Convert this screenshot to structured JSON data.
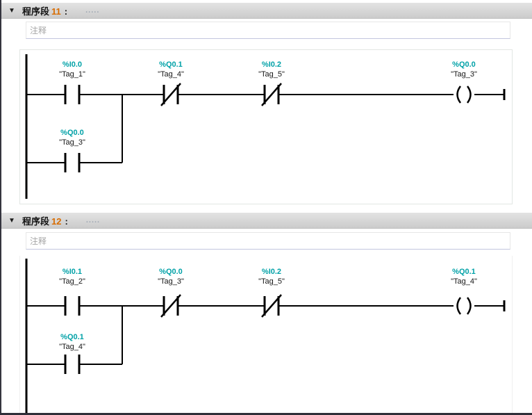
{
  "colors": {
    "operand_address": "#00A1A7",
    "network_number": "#D86C00"
  },
  "networks": [
    {
      "collapse_icon": "▼",
      "title_prefix": "程序段",
      "number": "11",
      "separator": ":",
      "title_placeholder": ".....",
      "comment_placeholder": "注释",
      "elements": {
        "contact1": {
          "type": "no-contact",
          "address": "%I0.0",
          "tag": "\"Tag_1\""
        },
        "contact2": {
          "type": "nc-contact",
          "address": "%Q0.1",
          "tag": "\"Tag_4\""
        },
        "contact3": {
          "type": "nc-contact",
          "address": "%I0.2",
          "tag": "\"Tag_5\""
        },
        "coil": {
          "type": "coil",
          "address": "%Q0.0",
          "tag": "\"Tag_3\""
        },
        "branch_contact": {
          "type": "no-contact",
          "address": "%Q0.0",
          "tag": "\"Tag_3\""
        }
      }
    },
    {
      "collapse_icon": "▼",
      "title_prefix": "程序段",
      "number": "12",
      "separator": ":",
      "title_placeholder": ".....",
      "comment_placeholder": "注释",
      "elements": {
        "contact1": {
          "type": "no-contact",
          "address": "%I0.1",
          "tag": "\"Tag_2\""
        },
        "contact2": {
          "type": "nc-contact",
          "address": "%Q0.0",
          "tag": "\"Tag_3\""
        },
        "contact3": {
          "type": "nc-contact",
          "address": "%I0.2",
          "tag": "\"Tag_5\""
        },
        "coil": {
          "type": "coil",
          "address": "%Q0.1",
          "tag": "\"Tag_4\""
        },
        "branch_contact": {
          "type": "no-contact",
          "address": "%Q0.1",
          "tag": "\"Tag_4\""
        }
      }
    }
  ]
}
